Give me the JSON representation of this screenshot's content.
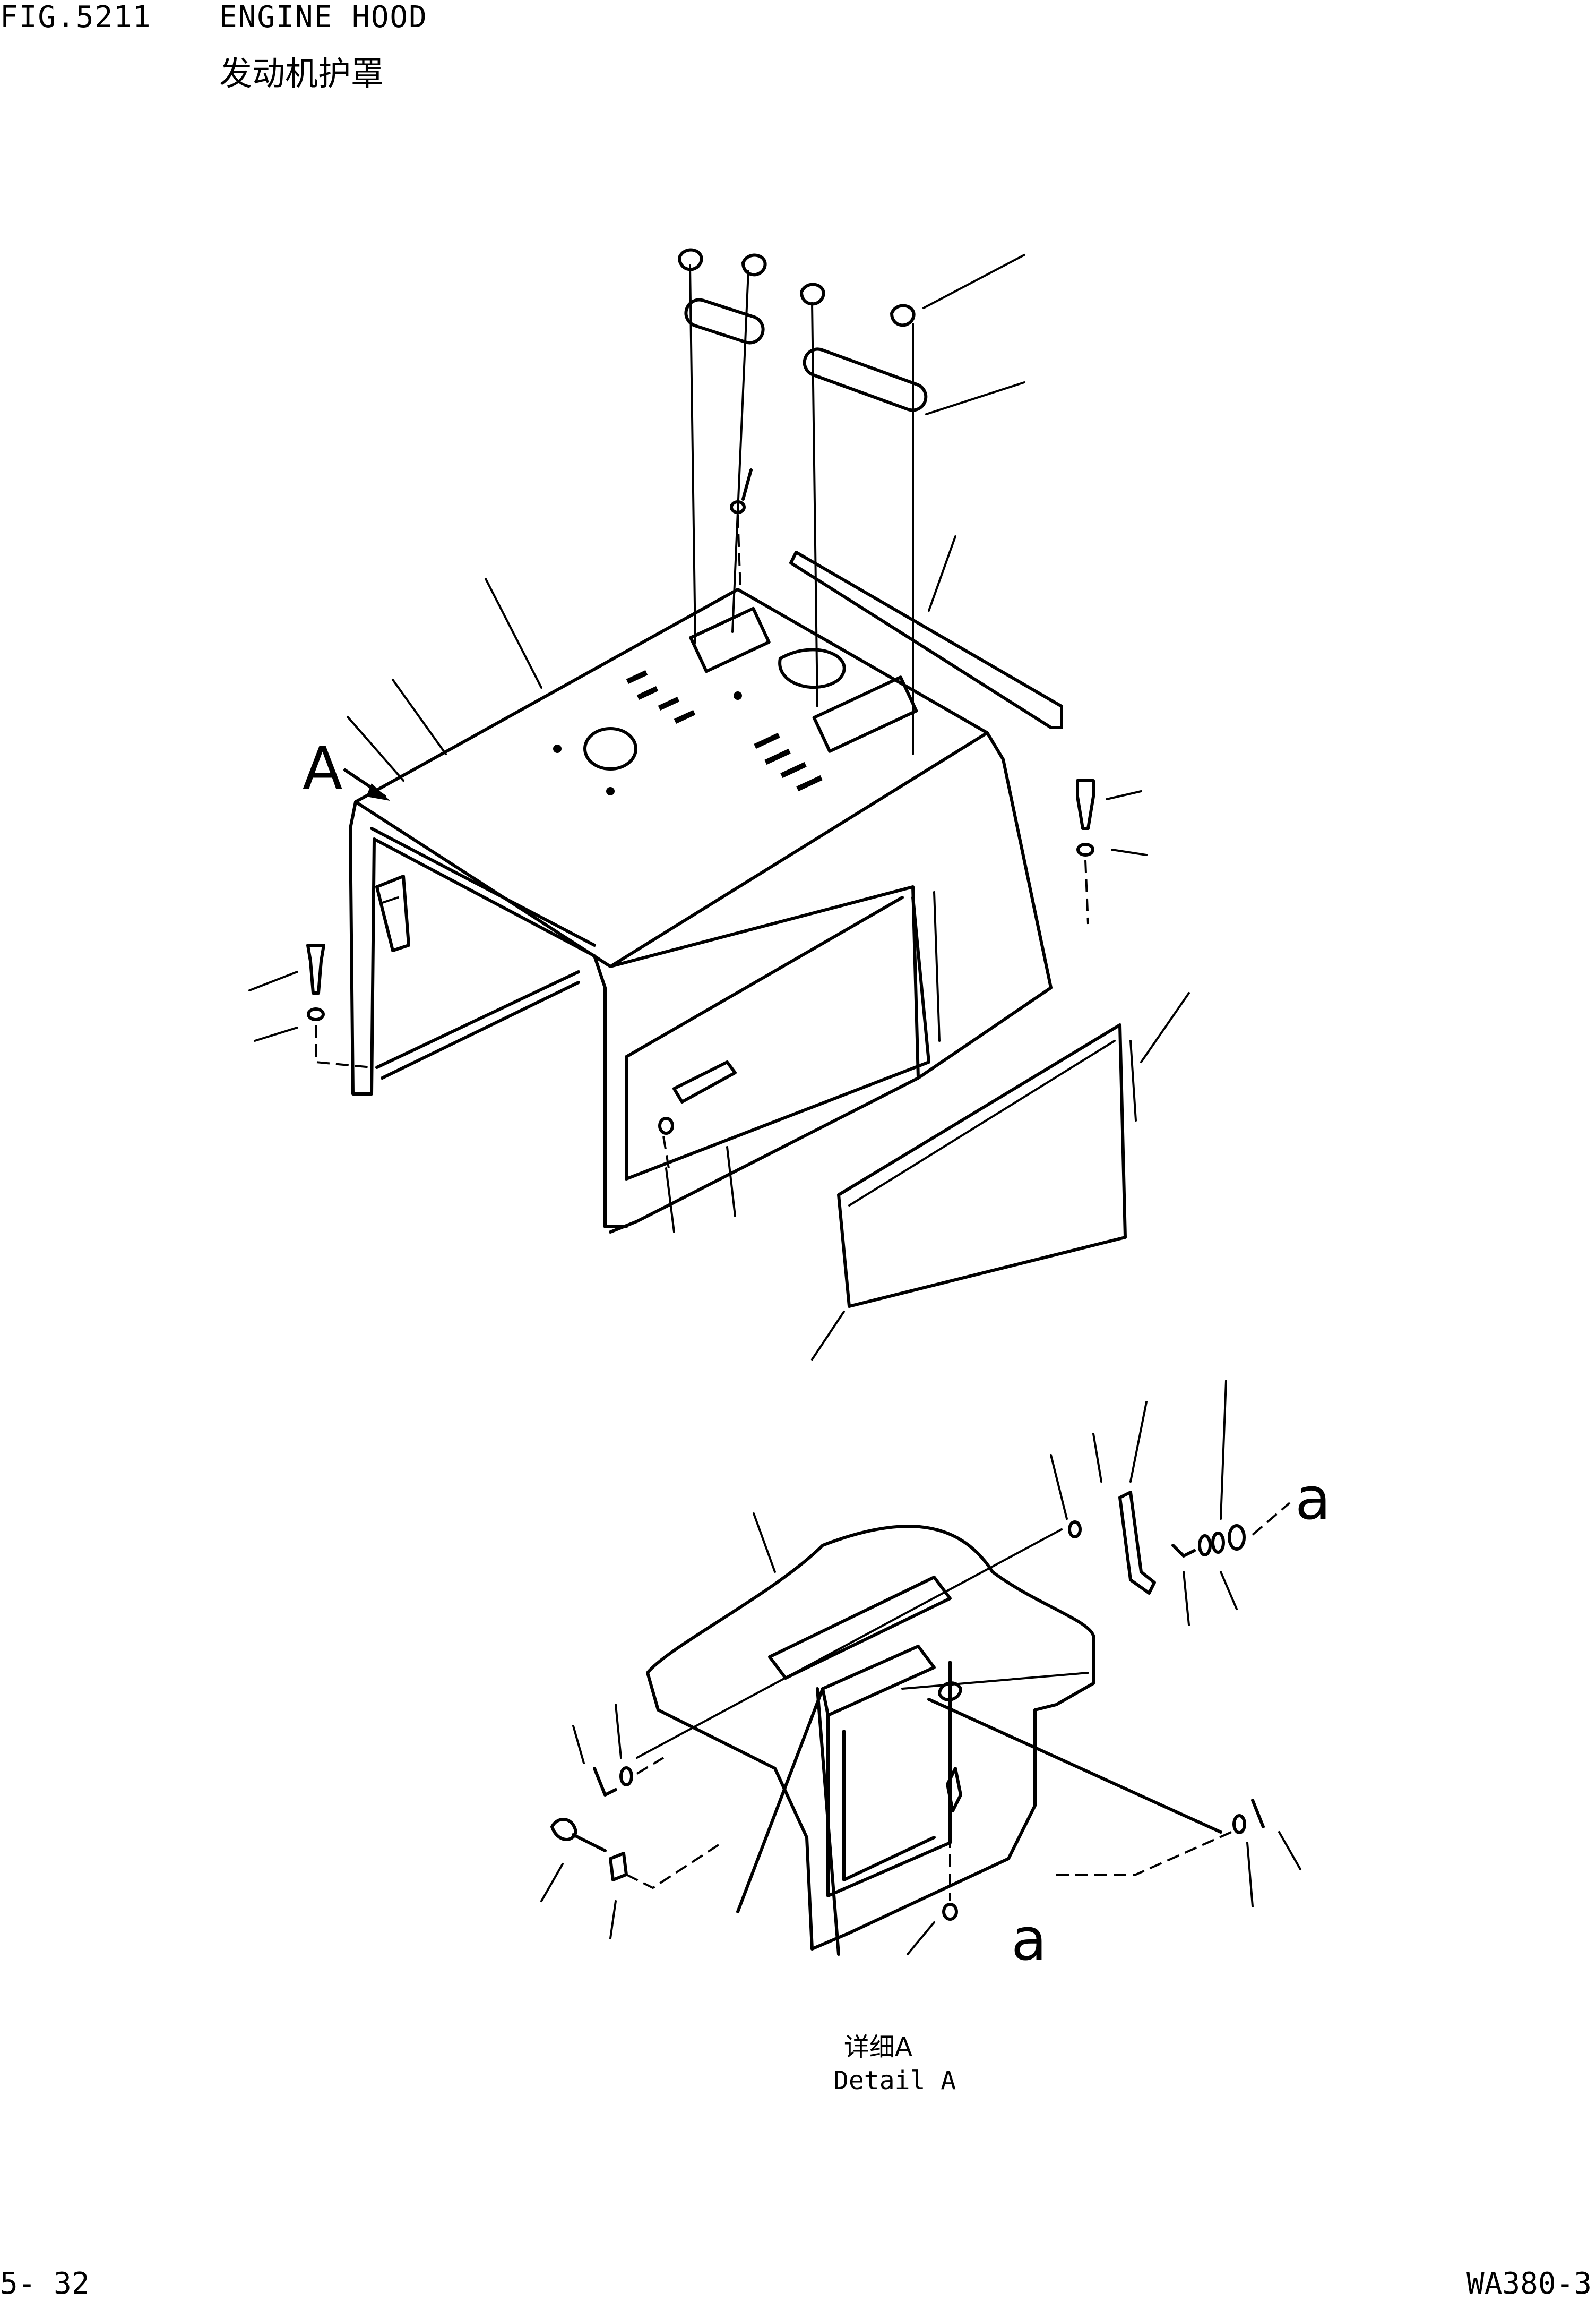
{
  "header": {
    "fig_number": "FIG.5211",
    "title_en": "ENGINE HOOD",
    "title_cn": "发动机护罩"
  },
  "view_labels": {
    "main_callout": "A",
    "detail_ref_a": "a"
  },
  "detail_caption": {
    "cn": "详细A",
    "en": "Detail A"
  },
  "footer": {
    "page": "5- 32",
    "model": "WA380-3"
  }
}
